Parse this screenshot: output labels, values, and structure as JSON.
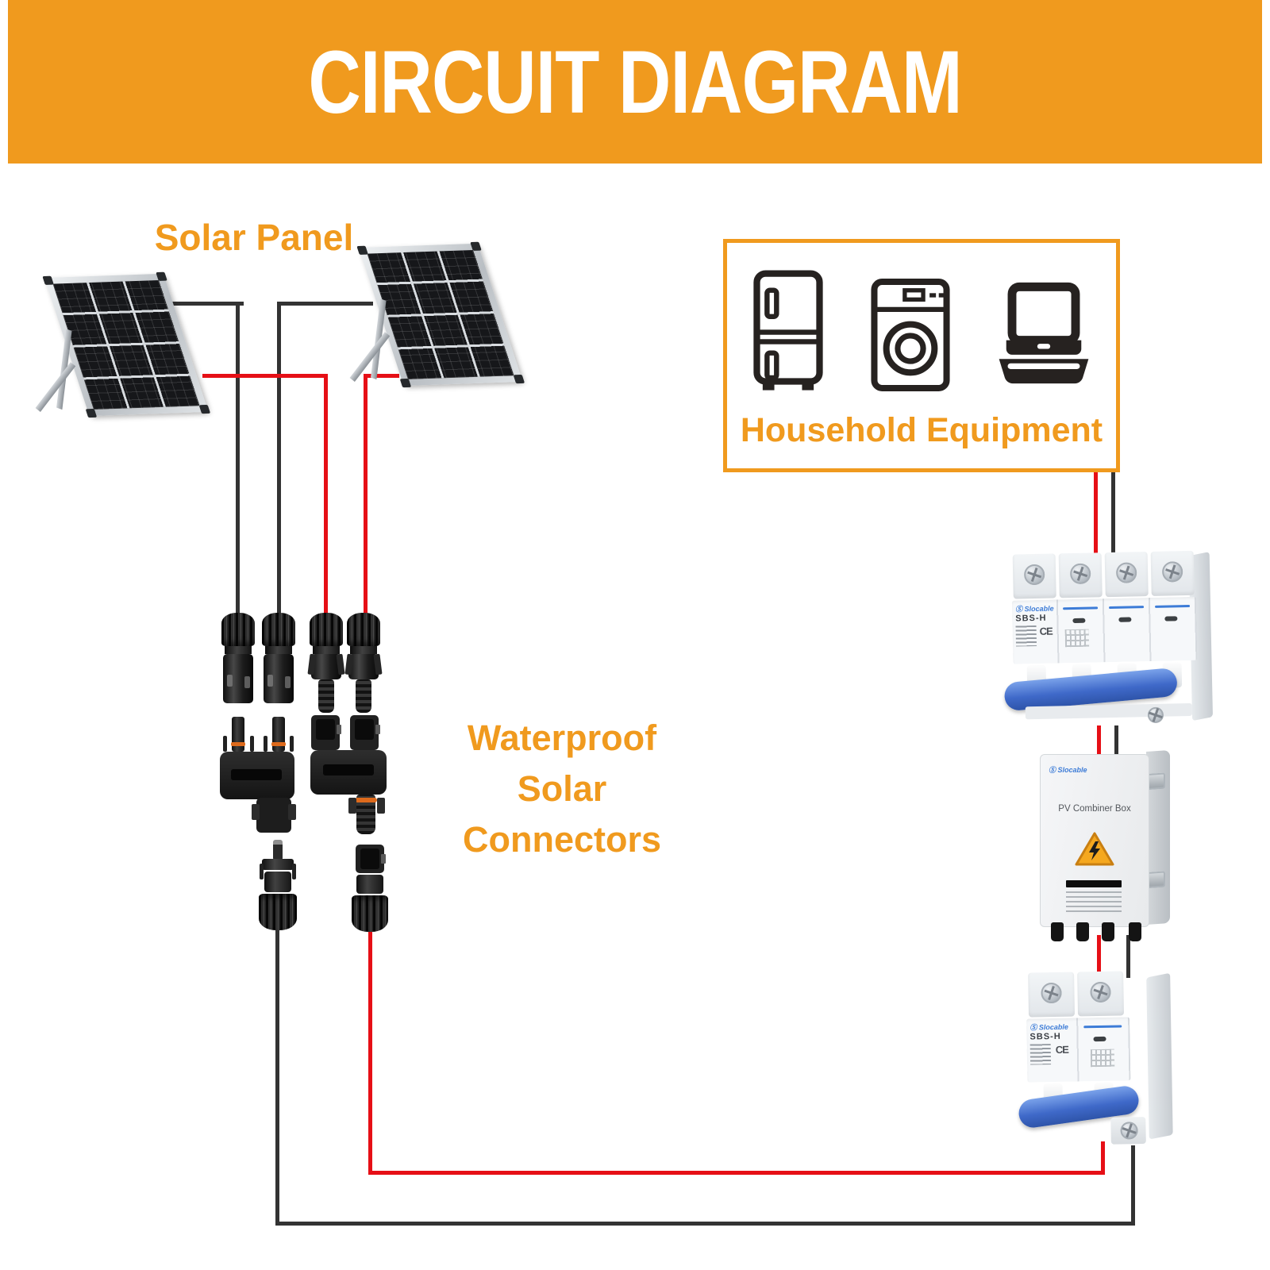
{
  "colors": {
    "orange": "#F09A1E",
    "red": "#E60F16",
    "wire_black": "#333333",
    "blue": "#3D7CD7",
    "icon_black": "#262220"
  },
  "header": {
    "title": "CIRCUIT DIAGRAM"
  },
  "labels": {
    "solar_panel": "Solar Panel",
    "connectors": "Waterproof\nSolar\nConnectors"
  },
  "household": {
    "label": "Household Equipment",
    "icons": [
      "refrigerator-icon",
      "washing-machine-icon",
      "laptop-icon"
    ]
  },
  "brand": {
    "glyph": "Ⓢ",
    "name": "Slocable"
  },
  "breakers": {
    "model": "SBS-H",
    "ce": "CE"
  },
  "combiner": {
    "label": "PV Combiner Box"
  }
}
